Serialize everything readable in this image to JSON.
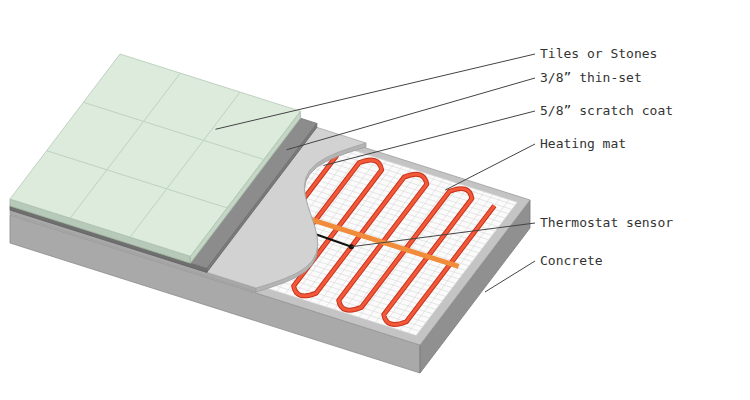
{
  "diagram": {
    "labels": [
      "Tiles or Stones",
      "3/8” thin-set",
      "5/8” scratch coat",
      "Heating mat",
      "Thermostat sensor",
      "Concrete"
    ]
  }
}
